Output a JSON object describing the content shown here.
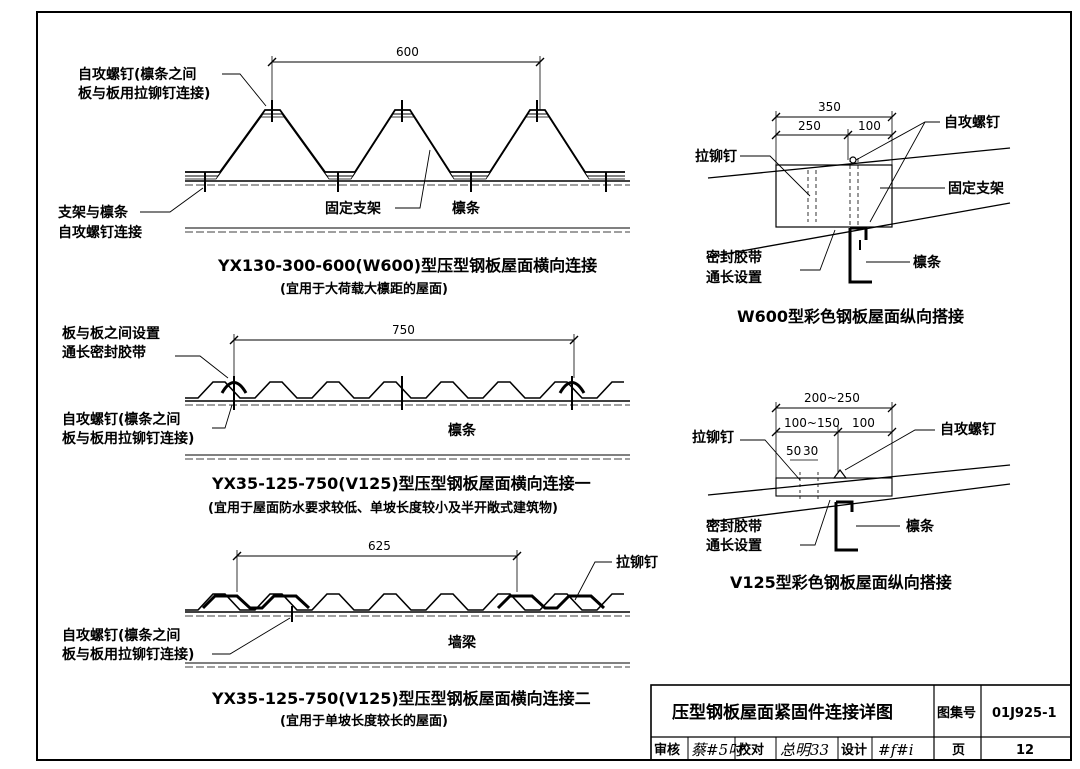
{
  "diagram1": {
    "dimension": "600",
    "label_screw_line1": "自攻螺钉(檩条之间",
    "label_screw_line2": "板与板用拉铆钉连接)",
    "label_bracket_screw_line1": "支架与檩条",
    "label_bracket_screw_line2": "自攻螺钉连接",
    "label_fixed_bracket": "固定支架",
    "label_purlin": "檩条",
    "caption": "YX130-300-600(W600)型压型钢板屋面横向连接",
    "subcaption": "(宜用于大荷载大檩距的屋面)"
  },
  "diagram2": {
    "dimension": "750",
    "label_seal_line1": "板与板之间设置",
    "label_seal_line2": "通长密封胶带",
    "label_screw_line1": "自攻螺钉(檩条之间",
    "label_screw_line2": "板与板用拉铆钉连接)",
    "label_purlin": "檩条",
    "caption": "YX35-125-750(V125)型压型钢板屋面横向连接一",
    "subcaption": "(宜用于屋面防水要求较低、单坡长度较小及半开敞式建筑物)"
  },
  "diagram3": {
    "dimension": "625",
    "label_rivet": "拉铆钉",
    "label_screw_line1": "自攻螺钉(檩条之间",
    "label_screw_line2": "板与板用拉铆钉连接)",
    "label_wall_beam": "墙梁",
    "caption": "YX35-125-750(V125)型压型钢板屋面横向连接二",
    "subcaption": "(宜用于单坡长度较长的屋面)"
  },
  "diagram4": {
    "dim_total": "350",
    "dim_left": "250",
    "dim_right": "100",
    "label_rivet": "拉铆钉",
    "label_screw": "自攻螺钉",
    "label_fixed_bracket": "固定支架",
    "label_seal_line1": "密封胶带",
    "label_seal_line2": "通长设置",
    "label_purlin": "檩条",
    "caption": "W600型彩色钢板屋面纵向搭接"
  },
  "diagram5": {
    "dim_total": "200~250",
    "dim_left": "100~150",
    "dim_right": "100",
    "dim_a": "50",
    "dim_b": "30",
    "label_rivet": "拉铆钉",
    "label_screw": "自攻螺钉",
    "label_seal_line1": "密封胶带",
    "label_seal_line2": "通长设置",
    "label_purlin": "檩条",
    "caption": "V125型彩色钢板屋面纵向搭接"
  },
  "title_block": {
    "title": "压型钢板屋面紧固件连接详图",
    "atlas_label": "图集号",
    "atlas_number": "01J925-1",
    "review_label": "审核",
    "review_sign": "蔡#5吋",
    "check_label": "校对",
    "check_sign": "总明33",
    "design_label": "设计",
    "design_sign": "#f#i",
    "page_label": "页",
    "page_number": "12"
  }
}
